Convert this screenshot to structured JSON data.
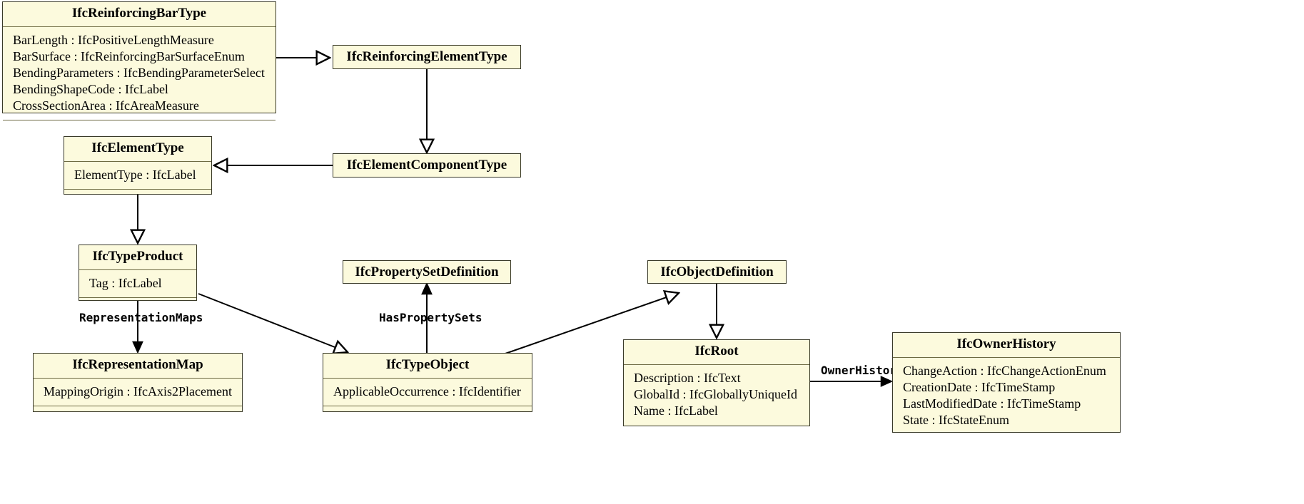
{
  "diagram": {
    "kind": "uml-class-diagram",
    "schema": "IFC",
    "background_color": "#ffffff",
    "class_fill_color": "#fcfadd",
    "class_border_color": "#3a3a28",
    "separator_color": "#6d6a42",
    "text_color": "#000000"
  },
  "classes": [
    {
      "id": "IfcReinforcingBarType",
      "name": "IfcReinforcingBarType",
      "attributes": [
        "BarLength : IfcPositiveLengthMeasure",
        "BarSurface : IfcReinforcingBarSurfaceEnum",
        "BendingParameters : IfcBendingParameterSelect",
        "BendingShapeCode : IfcLabel",
        "CrossSectionArea : IfcAreaMeasure"
      ],
      "has_operations_compartment": true
    },
    {
      "id": "IfcReinforcingElementType",
      "name": "IfcReinforcingElementType",
      "attributes": [],
      "has_operations_compartment": false
    },
    {
      "id": "IfcElementType",
      "name": "IfcElementType",
      "attributes": [
        "ElementType : IfcLabel"
      ],
      "has_operations_compartment": true
    },
    {
      "id": "IfcElementComponentType",
      "name": "IfcElementComponentType",
      "attributes": [],
      "has_operations_compartment": false
    },
    {
      "id": "IfcTypeProduct",
      "name": "IfcTypeProduct",
      "attributes": [
        "Tag : IfcLabel"
      ],
      "has_operations_compartment": true
    },
    {
      "id": "IfcPropertySetDefinition",
      "name": "IfcPropertySetDefinition",
      "attributes": [],
      "has_operations_compartment": false
    },
    {
      "id": "IfcObjectDefinition",
      "name": "IfcObjectDefinition",
      "attributes": [],
      "has_operations_compartment": false
    },
    {
      "id": "IfcRepresentationMap",
      "name": "IfcRepresentationMap",
      "attributes": [
        "MappingOrigin : IfcAxis2Placement"
      ],
      "has_operations_compartment": true
    },
    {
      "id": "IfcTypeObject",
      "name": "IfcTypeObject",
      "attributes": [
        "ApplicableOccurrence : IfcIdentifier"
      ],
      "has_operations_compartment": true
    },
    {
      "id": "IfcRoot",
      "name": "IfcRoot",
      "attributes": [
        "Description : IfcText",
        "GlobalId : IfcGloballyUniqueId",
        "Name : IfcLabel"
      ],
      "has_operations_compartment": false
    },
    {
      "id": "IfcOwnerHistory",
      "name": "IfcOwnerHistory",
      "attributes": [
        "ChangeAction : IfcChangeActionEnum",
        "CreationDate : IfcTimeStamp",
        "LastModifiedDate : IfcTimeStamp",
        "State : IfcStateEnum"
      ],
      "has_operations_compartment": false
    }
  ],
  "relationships": [
    {
      "id": "rel-barType-to-reinforcingElementType",
      "from": "IfcReinforcingBarType",
      "to": "IfcReinforcingElementType",
      "type": "generalization",
      "arrowhead": "hollow-triangle",
      "label": ""
    },
    {
      "id": "rel-reinforcingElementType-to-elementComponentType",
      "from": "IfcReinforcingElementType",
      "to": "IfcElementComponentType",
      "type": "generalization",
      "arrowhead": "hollow-triangle",
      "label": ""
    },
    {
      "id": "rel-elementComponentType-to-elementType",
      "from": "IfcElementComponentType",
      "to": "IfcElementType",
      "type": "generalization",
      "arrowhead": "hollow-triangle",
      "label": ""
    },
    {
      "id": "rel-elementType-to-typeProduct",
      "from": "IfcElementType",
      "to": "IfcTypeProduct",
      "type": "generalization",
      "arrowhead": "hollow-triangle",
      "label": ""
    },
    {
      "id": "rel-typeProduct-to-typeObject",
      "from": "IfcTypeProduct",
      "to": "IfcTypeObject",
      "type": "generalization",
      "arrowhead": "hollow-triangle",
      "label": ""
    },
    {
      "id": "rel-typeProduct-representationMaps",
      "from": "IfcTypeProduct",
      "to": "IfcRepresentationMap",
      "type": "association",
      "arrowhead": "solid-arrow",
      "label": "RepresentationMaps"
    },
    {
      "id": "rel-typeObject-haspropertysets",
      "from": "IfcTypeObject",
      "to": "IfcPropertySetDefinition",
      "type": "association",
      "arrowhead": "solid-arrow",
      "label": "HasPropertySets"
    },
    {
      "id": "rel-typeObject-to-objectDefinition",
      "from": "IfcTypeObject",
      "to": "IfcObjectDefinition",
      "type": "generalization",
      "arrowhead": "hollow-triangle",
      "label": ""
    },
    {
      "id": "rel-objectDefinition-to-root",
      "from": "IfcObjectDefinition",
      "to": "IfcRoot",
      "type": "generalization",
      "arrowhead": "hollow-triangle",
      "label": ""
    },
    {
      "id": "rel-root-ownerhistory",
      "from": "IfcRoot",
      "to": "IfcOwnerHistory",
      "type": "association",
      "arrowhead": "solid-arrow",
      "label": "OwnerHistory"
    }
  ],
  "edge_labels": {
    "representation_maps": "RepresentationMaps",
    "has_property_sets": "HasPropertySets",
    "owner_history": "OwnerHistory"
  }
}
